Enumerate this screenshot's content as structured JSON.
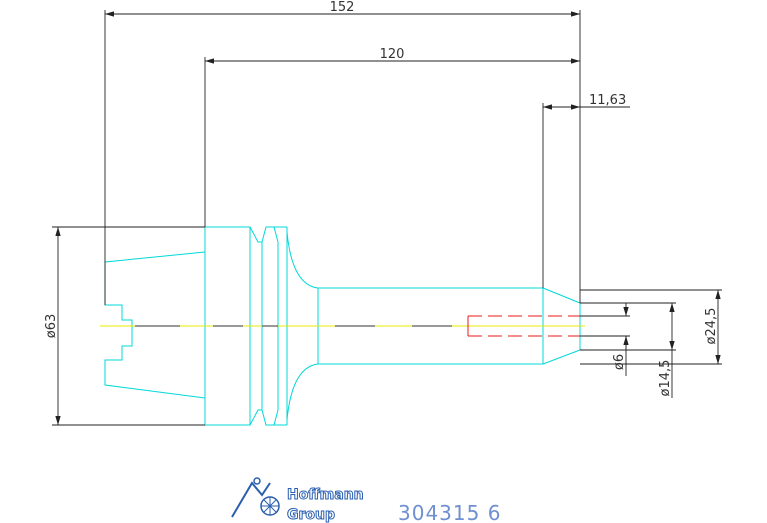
{
  "dimensions": {
    "overall_length": "152",
    "shank_length": "120",
    "tip_length": "11,63",
    "flange_diameter": "ø63",
    "small_bore": "ø6",
    "mid_diameter": "ø14,5",
    "tip_diameter": "ø24,5"
  },
  "footer": {
    "brand_line1": "Hoffmann",
    "brand_line2": "Group",
    "part_number": "304315 6"
  },
  "colors": {
    "part_outline": "#00d8d8",
    "center_line": "#e8e800",
    "hidden_bore": "#e81818",
    "dimension_lines": "#222222",
    "brand": "#2a5fb0"
  },
  "icons": [
    "hoffmann-logo-icon"
  ]
}
